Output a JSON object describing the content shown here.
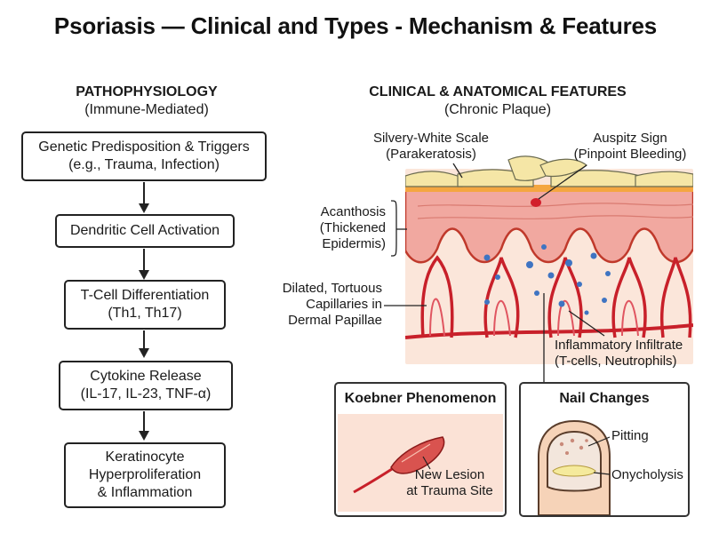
{
  "title": "Psoriasis — Clinical and Types - Mechanism & Features",
  "pathophysiology": {
    "heading": "PATHOPHYSIOLOGY",
    "subheading": "(Immune-Mediated)",
    "steps": [
      {
        "line1": "Genetic Predisposition & Triggers",
        "line2": "(e.g., Trauma, Infection)"
      },
      {
        "line1": "Dendritic Cell Activation",
        "line2": ""
      },
      {
        "line1": "T-Cell Differentiation",
        "line2": "(Th1, Th17)"
      },
      {
        "line1": "Cytokine Release",
        "line2": "(IL-17, IL-23, TNF-α)"
      },
      {
        "line1": "Keratinocyte",
        "line2": "Hyperproliferation",
        "line3": "& Inflammation"
      }
    ]
  },
  "clinical": {
    "heading": "CLINICAL & ANATOMICAL FEATURES",
    "subheading": "(Chronic Plaque)",
    "labels": {
      "scale_1": "Silvery-White Scale",
      "scale_2": "(Parakeratosis)",
      "auspitz_1": "Auspitz Sign",
      "auspitz_2": "(Pinpoint Bleeding)",
      "acanthosis_1": "Acanthosis",
      "acanthosis_2": "(Thickened",
      "acanthosis_3": "Epidermis)",
      "capillaries_1": "Dilated, Tortuous",
      "capillaries_2": "Capillaries in",
      "capillaries_3": "Dermal Papillae",
      "infiltrate_1": "Inflammatory Infiltrate",
      "infiltrate_2": "(T-cells, Neutrophils)"
    }
  },
  "koebner": {
    "title": "Koebner Phenomenon",
    "label_1": "New Lesion",
    "label_2": "at Trauma Site"
  },
  "nail": {
    "title": "Nail Changes",
    "pitting": "Pitting",
    "onycholysis": "Onycholysis"
  },
  "colors": {
    "epidermis": "#f1a8a0",
    "dermis": "#fbe6da",
    "scale": "#f5e6a6",
    "vessel": "#c8202a",
    "infiltrate": "#3f74c2"
  }
}
